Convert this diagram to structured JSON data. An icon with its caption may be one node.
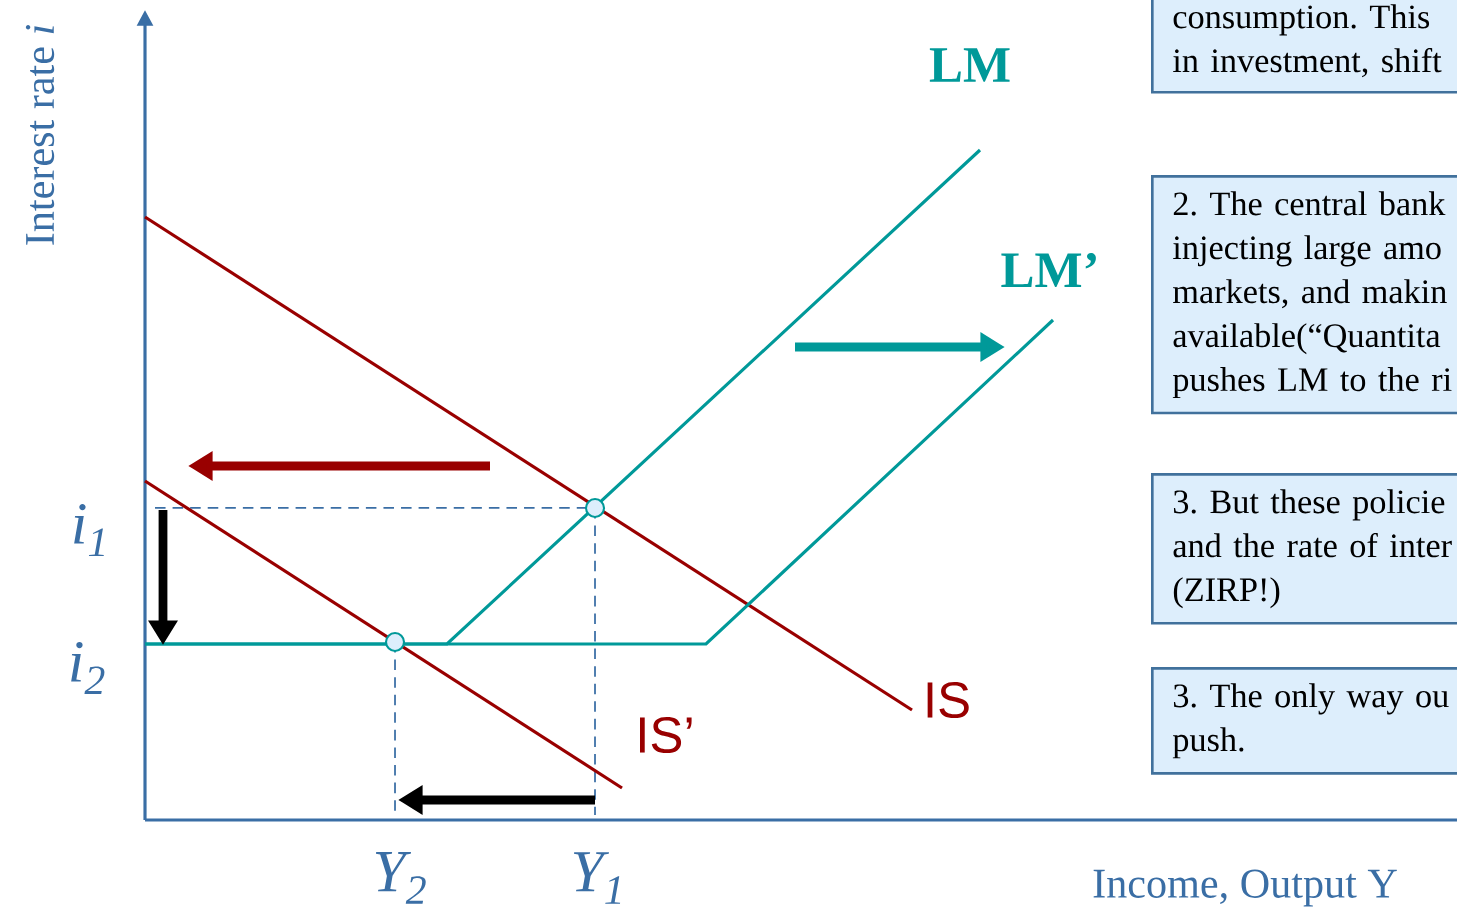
{
  "diagram": {
    "nodes": [
      {
        "text": [
          "consumption. This in investment, shift"
        ]
      },
      {
        "text": [
          "2. The central bank injecting large amo markets, and makin available(“Quantita pushes LM to the ri"
        ]
      },
      {
        "text": [
          "3. But these policie and the rate of inter (ZIRP!)"
        ]
      },
      {
        "text": [
          "3. The only way ou push."
        ]
      }
    ],
    "labels": [
      "Interest rate *i*",
      "LM",
      "LM’",
      "i$_{1}$",
      "i$_{2}$",
      "IS",
      "IS’",
      "Y$_{2}$",
      "Y$_{1}$",
      "Income, Output Y"
    ]
  }
}
